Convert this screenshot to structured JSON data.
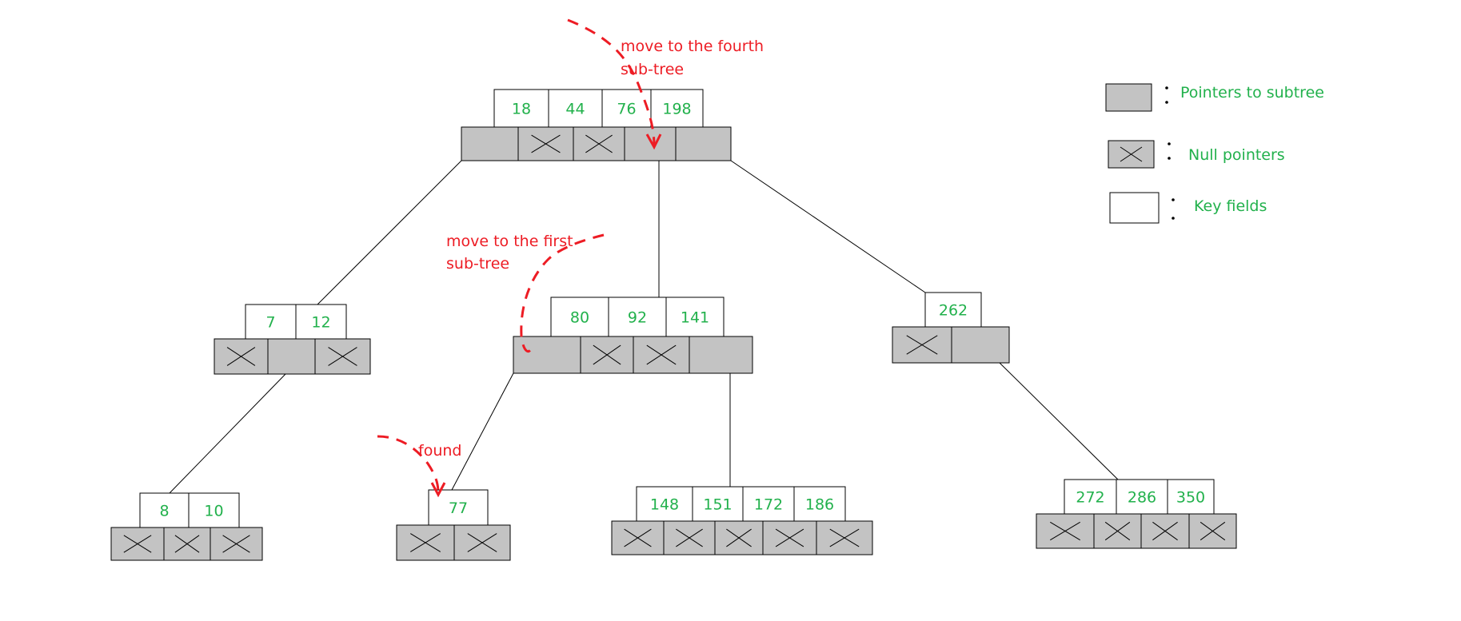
{
  "colors": {
    "key_text": "#22b14c",
    "annotation": "#ed1c24",
    "pointer_fill": "#c3c3c3",
    "key_fill": "#ffffff",
    "stroke": "#000000"
  },
  "annotations": {
    "fourth": [
      "move to the fourth",
      "sub-tree"
    ],
    "first": [
      "move to the first",
      "sub-tree"
    ],
    "found": "found"
  },
  "legend": {
    "pointers": "Pointers to subtree",
    "null": "Null pointers",
    "keys": "Key fields"
  },
  "nodes": [
    {
      "id": "root",
      "keys": [
        "18",
        "44",
        "76",
        "198"
      ],
      "pointers": [
        "subtree",
        "null",
        "null",
        "subtree",
        "subtree"
      ]
    },
    {
      "id": "n7",
      "keys": [
        "7",
        "12"
      ],
      "pointers": [
        "null",
        "subtree",
        "null"
      ]
    },
    {
      "id": "n80",
      "keys": [
        "80",
        "92",
        "141"
      ],
      "pointers": [
        "subtree",
        "null",
        "null",
        "subtree"
      ]
    },
    {
      "id": "n262",
      "keys": [
        "262"
      ],
      "pointers": [
        "null",
        "subtree"
      ]
    },
    {
      "id": "n8",
      "keys": [
        "8",
        "10"
      ],
      "pointers": [
        "null",
        "null",
        "null"
      ]
    },
    {
      "id": "n77",
      "keys": [
        "77"
      ],
      "pointers": [
        "null",
        "null"
      ]
    },
    {
      "id": "n148",
      "keys": [
        "148",
        "151",
        "172",
        "186"
      ],
      "pointers": [
        "null",
        "null",
        "null",
        "null",
        "null"
      ]
    },
    {
      "id": "n272",
      "keys": [
        "272",
        "286",
        "350"
      ],
      "pointers": [
        "null",
        "null",
        "null",
        "null"
      ]
    }
  ]
}
